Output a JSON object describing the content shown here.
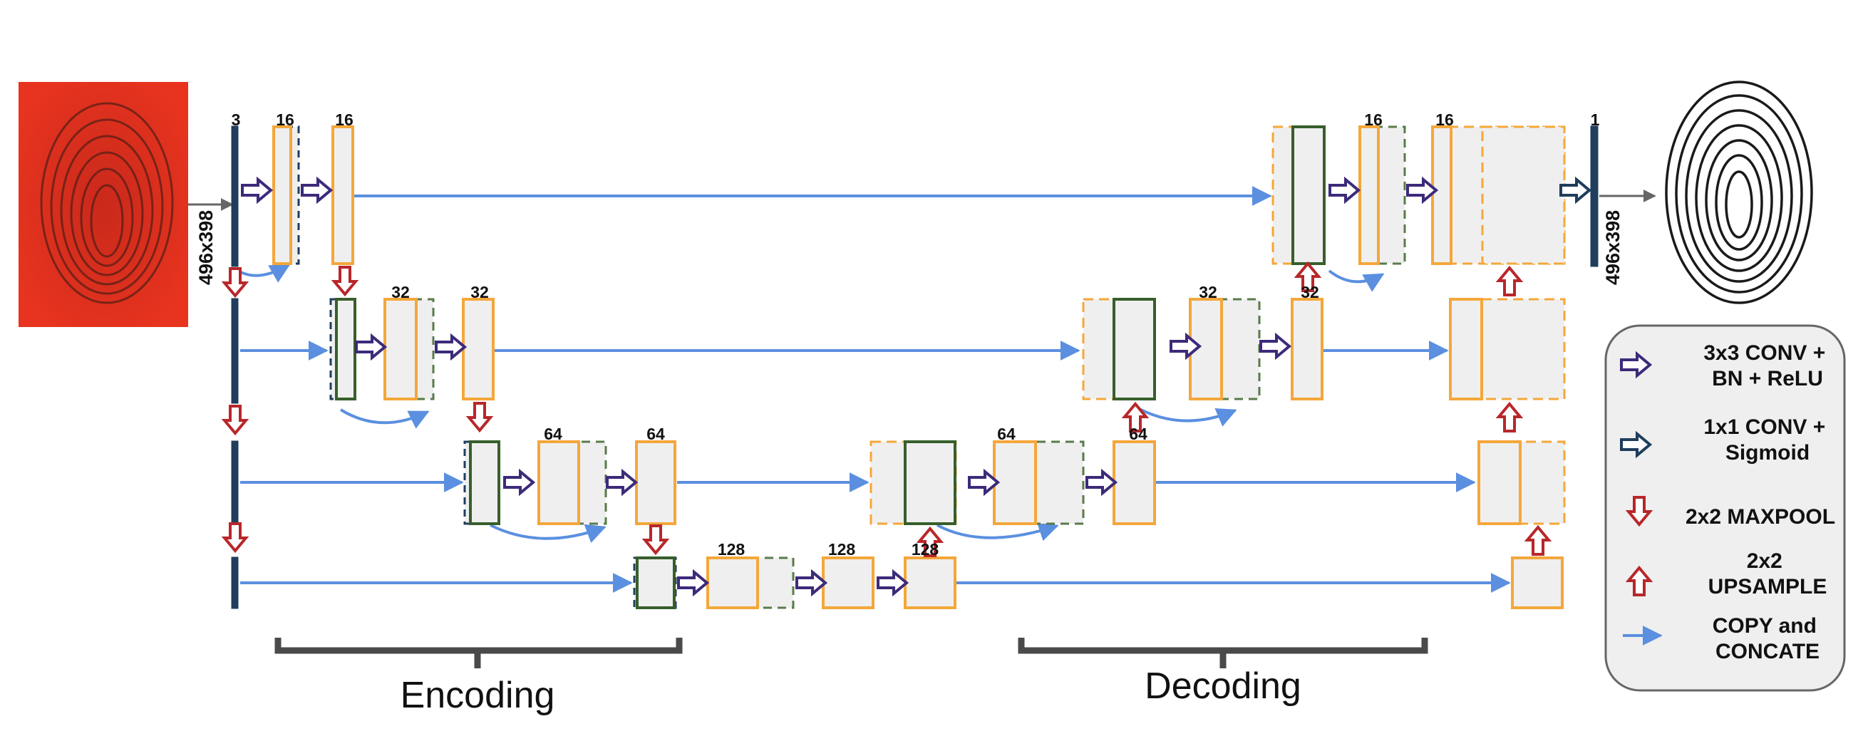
{
  "input": {
    "dims": "496x398"
  },
  "output": {
    "dims": "496x398"
  },
  "channels": {
    "in": "3",
    "e1a": "16",
    "e1b": "16",
    "e2a": "32",
    "e2b": "32",
    "e3a": "64",
    "e3b": "64",
    "e4a": "128",
    "e4b": "128",
    "e4c": "128",
    "d3a": "64",
    "d3b": "64",
    "d2a": "32",
    "d2b": "32",
    "d1a": "16",
    "d1b": "16",
    "out": "1"
  },
  "captions": {
    "encoding": "Encoding",
    "decoding": "Decoding"
  },
  "legend": {
    "conv3": [
      "3x3 CONV +",
      "BN + ReLU"
    ],
    "conv1": [
      "1x1 CONV +",
      "Sigmoid"
    ],
    "maxpool": [
      "2x2 MAXPOOL"
    ],
    "upsample": [
      "2x2",
      "UPSAMPLE"
    ],
    "copy": [
      "COPY and",
      "CONCATE"
    ]
  },
  "colors": {
    "orange": "#f4a73a",
    "green": "#375e2b",
    "navy": "#1f3d5c",
    "blue": "#5b8fe0",
    "purple": "#3d2a7a",
    "red": "#b8272a",
    "fill": "#efefef",
    "input_red": "#e0311f"
  },
  "icons": {
    "conv3": "purple-right-arrow-icon",
    "conv1": "navy-right-arrow-icon",
    "maxpool": "red-down-arrow-icon",
    "upsample": "red-up-arrow-icon",
    "copy": "blue-arrow-icon"
  }
}
